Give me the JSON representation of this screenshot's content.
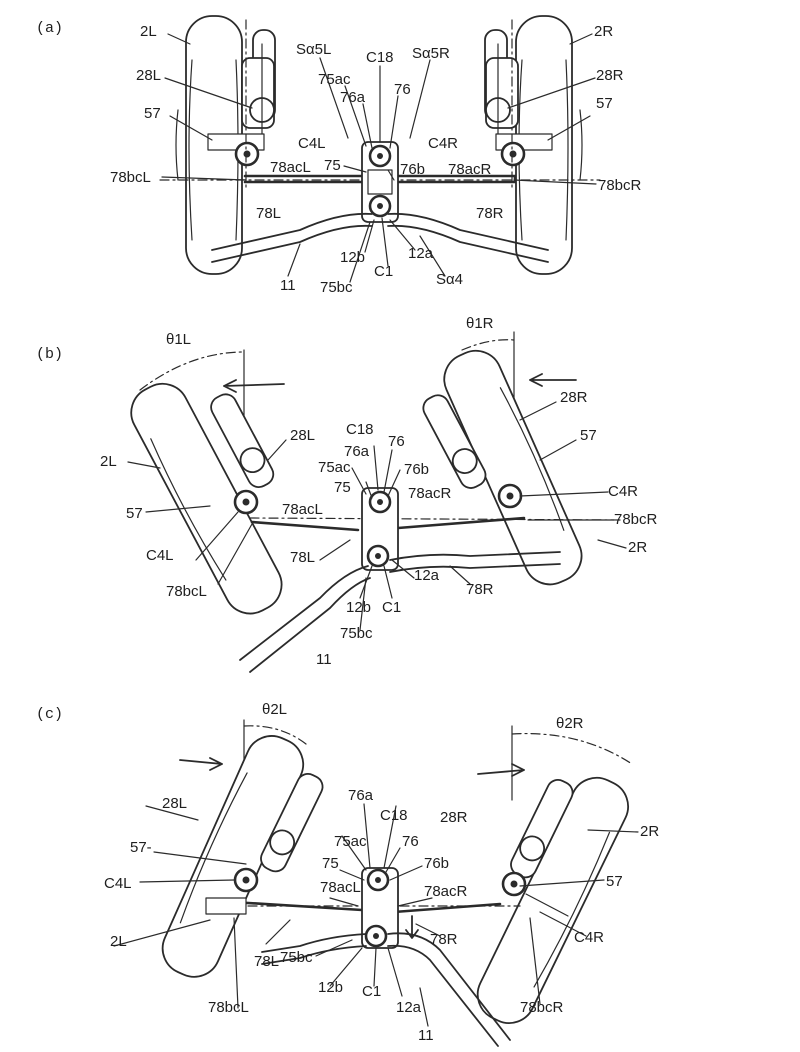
{
  "panels": {
    "a": {
      "tag": "(a)",
      "labels": {
        "2L": "2L",
        "2R": "2R",
        "Sa5L": "Sα5L",
        "Sa5R": "Sα5R",
        "C18": "C18",
        "75ac": "75ac",
        "76a": "76a",
        "76": "76",
        "28L": "28L",
        "28R": "28R",
        "57L": "57",
        "57R": "57",
        "C4L": "C4L",
        "C4R": "C4R",
        "75": "75",
        "78acL": "78acL",
        "76b": "76b",
        "78acR": "78acR",
        "78bcL": "78bcL",
        "78bcR": "78bcR",
        "78L": "78L",
        "78R": "78R",
        "12b": "12b",
        "12a": "12a",
        "11": "11",
        "75bc": "75bc",
        "C1": "C1",
        "Sa4": "Sα4"
      }
    },
    "b": {
      "tag": "(b)",
      "labels": {
        "th1L": "θ1L",
        "th1R": "θ1R",
        "28R": "28R",
        "C18": "C18",
        "76": "76",
        "28L": "28L",
        "57R": "57",
        "76a": "76a",
        "2L": "2L",
        "75ac": "75ac",
        "76b": "76b",
        "C4R": "C4R",
        "75": "75",
        "78acR": "78acR",
        "57L": "57",
        "78acL": "78acL",
        "78bcR": "78bcR",
        "2R": "2R",
        "C4L": "C4L",
        "78L": "78L",
        "12a": "12a",
        "78bcL": "78bcL",
        "78R": "78R",
        "12b": "12b",
        "C1": "C1",
        "75bc": "75bc",
        "11": "11"
      }
    },
    "c": {
      "tag": "(c)",
      "labels": {
        "th2L": "θ2L",
        "th2R": "θ2R",
        "76a": "76a",
        "C18": "C18",
        "28L": "28L",
        "28R": "28R",
        "2R": "2R",
        "75ac": "75ac",
        "57L": "57-",
        "76": "76",
        "75": "75",
        "76b": "76b",
        "C4L": "C4L",
        "57R": "57",
        "78acL": "78acL",
        "78acR": "78acR",
        "2L": "2L",
        "78R": "78R",
        "C4R": "C4R",
        "75bc": "75bc",
        "78L": "78L",
        "12b": "12b",
        "C1": "C1",
        "78bcL": "78bcL",
        "12a": "12a",
        "78bcR": "78bcR",
        "11": "11"
      }
    }
  }
}
